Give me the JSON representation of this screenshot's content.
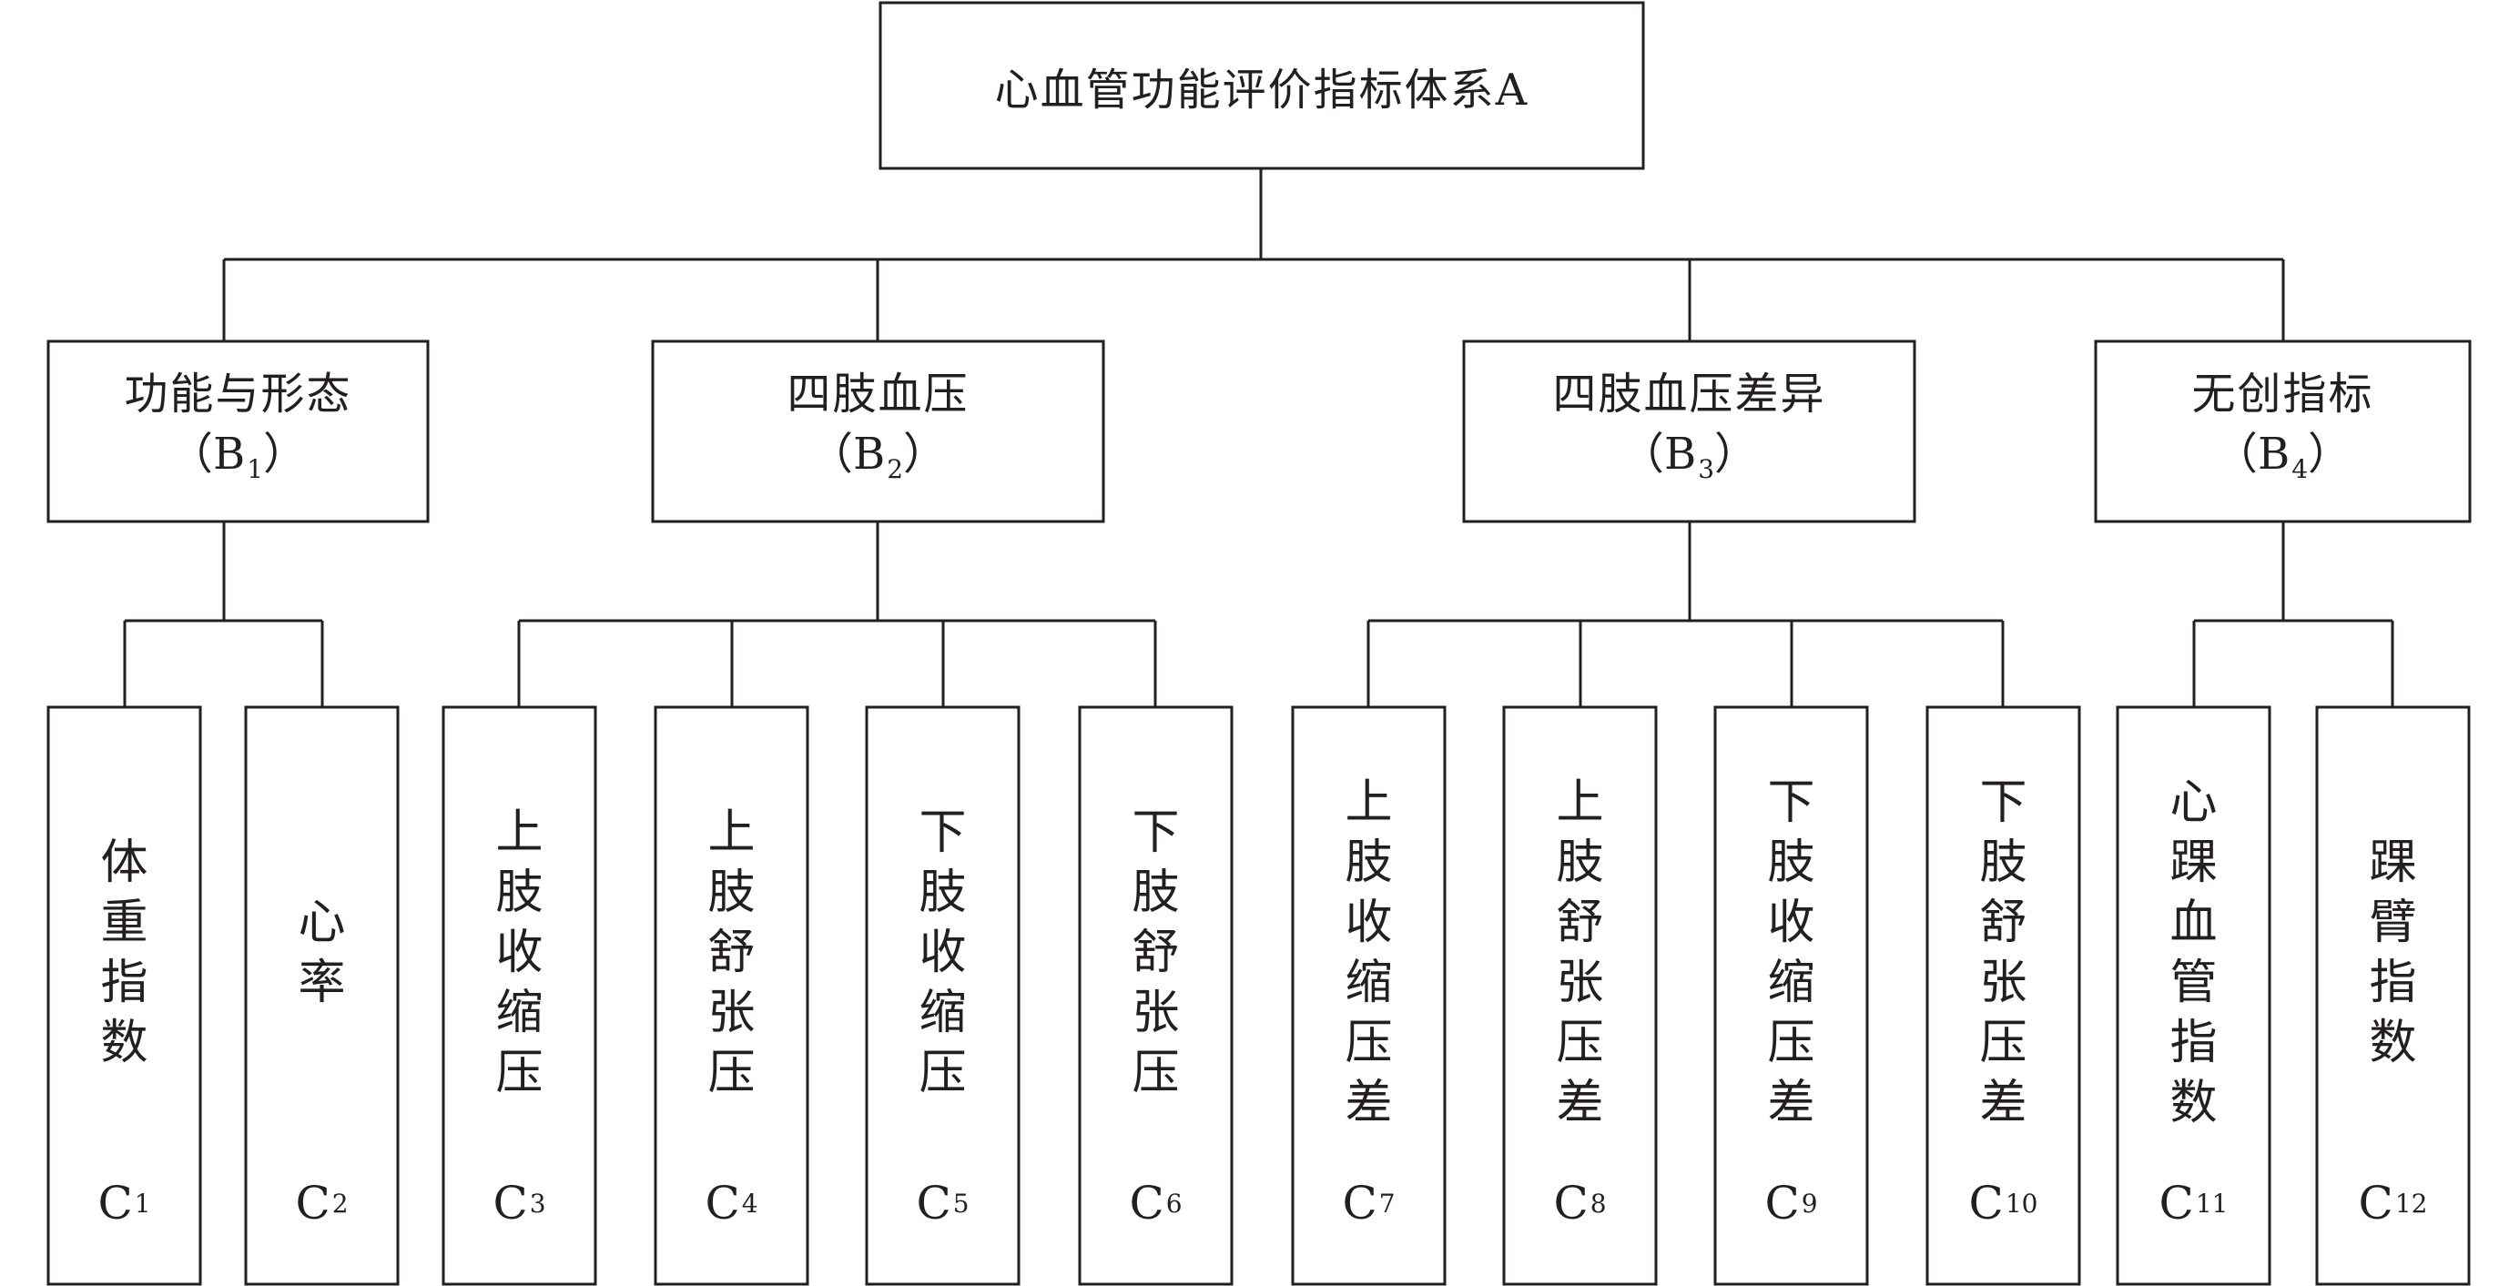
{
  "root": {
    "label": "心血管功能评价指标体系A"
  },
  "categories": [
    {
      "name": "功能与形态",
      "code_letter": "B",
      "code_sub": "1",
      "paren_open": "（",
      "paren_close": "）"
    },
    {
      "name": "四肢血压",
      "code_letter": "B",
      "code_sub": "2",
      "paren_open": "（",
      "paren_close": "）"
    },
    {
      "name": "四肢血压差异",
      "code_letter": "B",
      "code_sub": "3",
      "paren_open": "（",
      "paren_close": "）"
    },
    {
      "name": "无创指标",
      "code_letter": "B",
      "code_sub": "4",
      "paren_open": "（",
      "paren_close": "）"
    }
  ],
  "indicators": [
    {
      "name": "体重指数",
      "code_letter": "C",
      "code_sub": "1",
      "category": 0
    },
    {
      "name": "心率",
      "code_letter": "C",
      "code_sub": "2",
      "category": 0
    },
    {
      "name": "上肢收缩压",
      "code_letter": "C",
      "code_sub": "3",
      "category": 1
    },
    {
      "name": "上肢舒张压",
      "code_letter": "C",
      "code_sub": "4",
      "category": 1
    },
    {
      "name": "下肢收缩压",
      "code_letter": "C",
      "code_sub": "5",
      "category": 1
    },
    {
      "name": "下肢舒张压",
      "code_letter": "C",
      "code_sub": "6",
      "category": 1
    },
    {
      "name": "上肢收缩压差",
      "code_letter": "C",
      "code_sub": "7",
      "category": 2
    },
    {
      "name": "上肢舒张压差",
      "code_letter": "C",
      "code_sub": "8",
      "category": 2
    },
    {
      "name": "下肢收缩压差",
      "code_letter": "C",
      "code_sub": "9",
      "category": 2
    },
    {
      "name": "下肢舒张压差",
      "code_letter": "C",
      "code_sub": "10",
      "category": 2
    },
    {
      "name": "心踝血管指数",
      "code_letter": "C",
      "code_sub": "11",
      "category": 3
    },
    {
      "name": "踝臂指数",
      "code_letter": "C",
      "code_sub": "12",
      "category": 3
    }
  ],
  "colors": {
    "line": "#231f20",
    "box_fill": "#ffffff",
    "text": "#231f20"
  }
}
